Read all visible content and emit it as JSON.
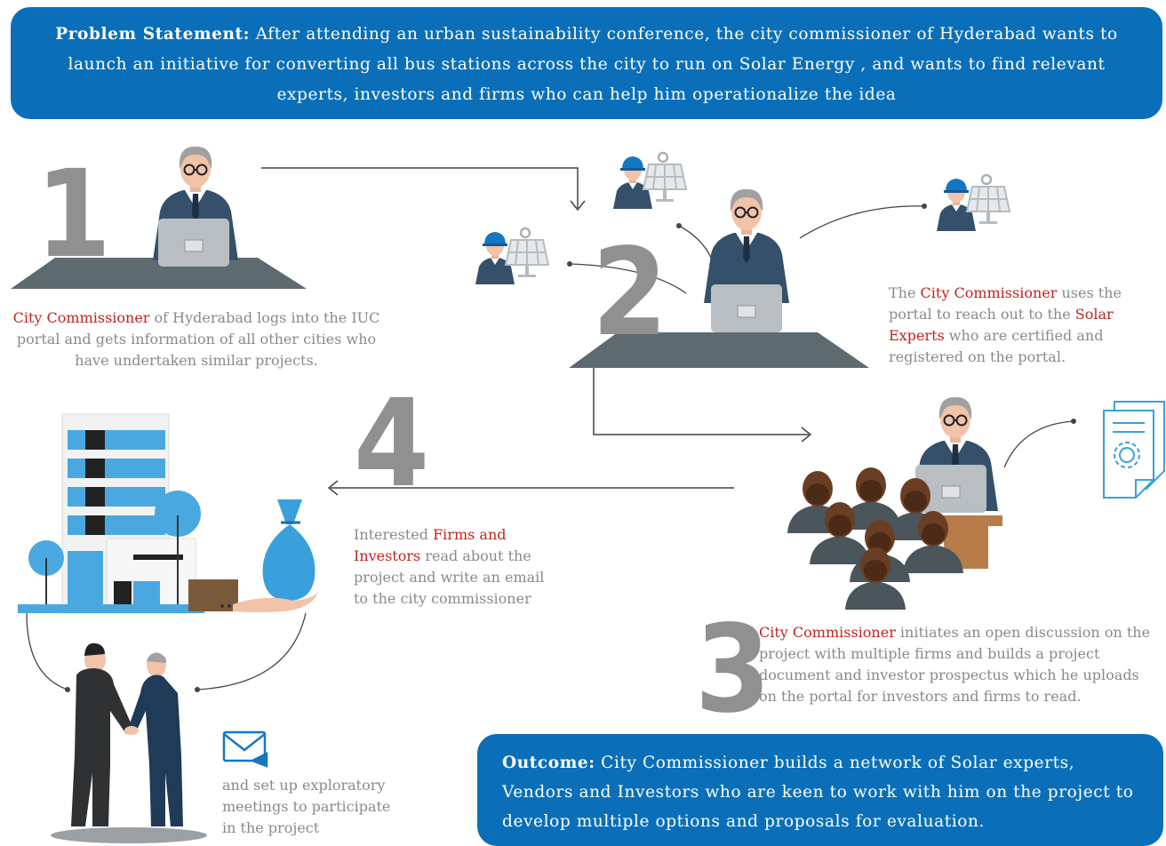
{
  "problem": {
    "label": "Problem Statement:",
    "text": " After attending an urban sustainability conference, the city commissioner of Hyderabad wants to launch an initiative for converting all bus stations across the city to run on Solar Energy , and wants to find relevant experts, investors and firms who can help him operationalize the idea"
  },
  "steps": {
    "s1": {
      "num": "1",
      "hl1": "City Commissioner",
      "text1": " of Hyderabad logs into the IUC portal and gets information of all other cities who have undertaken similar projects."
    },
    "s2": {
      "num": "2",
      "t1": "The ",
      "hl1": "City Commissioner",
      "t2": " uses the portal to reach out to the ",
      "hl2": "Solar Experts",
      "t3": " who are certified and registered on the portal."
    },
    "s3": {
      "num": "3",
      "hl1": "City Commissioner",
      "text1": " initiates an open discussion on the project with multiple firms and builds a project document and investor prospectus which he uploads on the portal for investors and firms to read."
    },
    "s4": {
      "num": "4",
      "t1": "Interested ",
      "hl1": "Firms and Investors",
      "t2": " read about the project and write an email to the city commissioner"
    }
  },
  "meeting": {
    "text": "and set up exploratory meetings to participate in the project"
  },
  "outcome": {
    "label": "Outcome:",
    "text": " City Commissioner builds a network of Solar experts, Vendors and Investors who are keen to work with him on the project to develop multiple options and proposals for evaluation."
  },
  "colors": {
    "banner": "#0a6fb8",
    "highlight": "#c0241c",
    "body_text": "#8a8a8a",
    "number": "#909090",
    "suit": "#35506a",
    "desk": "#5d6a70",
    "helmet": "#1477c4",
    "icon_blue": "#3aa0dc"
  },
  "icons": [
    "commissioner-figure",
    "laptop-icon",
    "solar-expert-icon",
    "audience-icon",
    "document-gear-icon",
    "building-icon",
    "money-bag-icon",
    "handshake-icon",
    "email-icon"
  ]
}
